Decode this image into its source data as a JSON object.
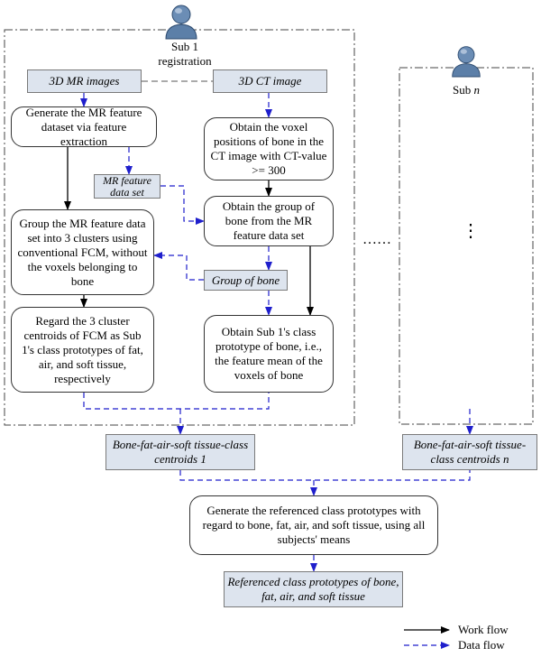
{
  "subject1": {
    "label": "Sub 1\nregistration"
  },
  "subjectN": {
    "label_prefix": "Sub",
    "label_n": "n"
  },
  "boxes": {
    "mr_images": "3D MR images",
    "ct_image": "3D CT image",
    "generate_mr": "Generate the MR feature dataset via feature extraction",
    "obtain_voxel": "Obtain the voxel positions of bone in the CT image with CT-value >= 300",
    "mr_feature_set": "MR feature data set",
    "group_fcm": "Group the MR feature data set into 3 clusters using conventional FCM, without the voxels belonging to bone",
    "obtain_group": "Obtain the group of bone from the MR feature data set",
    "group_of_bone": "Group of bone",
    "regard": "Regard the 3 cluster centroids of FCM as Sub 1's class prototypes of fat, air, and soft tissue, respectively",
    "obtain_sub1": "Obtain Sub 1's class prototype of bone, i.e., the feature mean of the voxels of bone",
    "centroids_1": "Bone-fat-air-soft tissue-class centroids 1",
    "centroids_n_prefix": "Bone-fat-air-soft tissue-class centroids",
    "centroids_n_suffix": "n",
    "generate_ref": "Generate the referenced class prototypes with regard to bone, fat, air, and soft tissue, using all subjects' means",
    "ref_prototypes": "Referenced class prototypes of bone, fat, air, and soft tissue"
  },
  "ellipsis_h": "……",
  "ellipsis_v": "⋮",
  "legend": {
    "work_flow": "Work flow",
    "data_flow": "Data flow"
  },
  "colors": {
    "data_flow": "#1f1fcc",
    "work_flow": "#000000",
    "shade": "#dde4ee",
    "person": "#5c7fa8"
  },
  "icons": {
    "subject": "person-icon"
  }
}
